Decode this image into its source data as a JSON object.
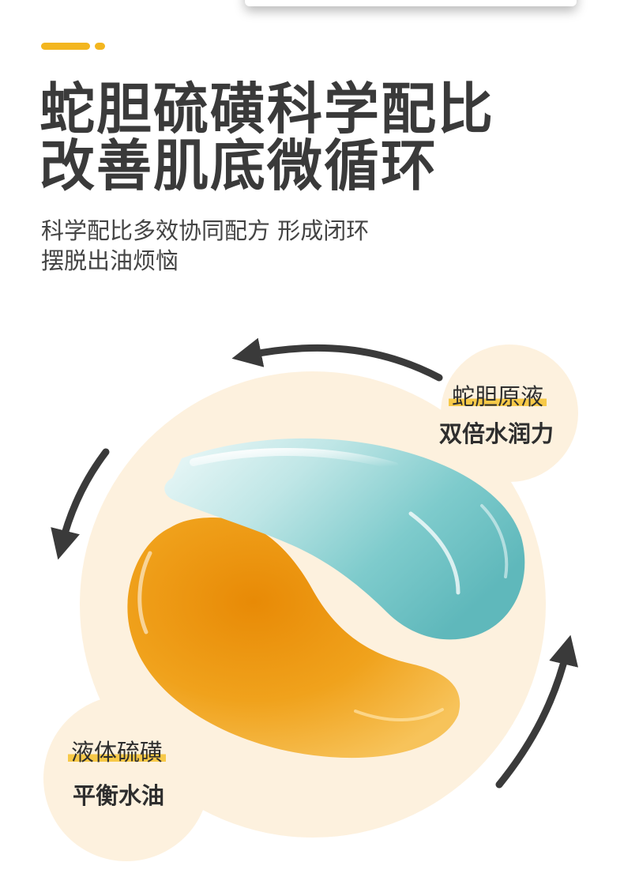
{
  "headline": {
    "line1": "蛇胆硫磺科学配比",
    "line2": "改善肌底微循环"
  },
  "subheadline": {
    "line1": "科学配比多效协同配方 形成闭环",
    "line2": "摆脱出油烦恼"
  },
  "labels": {
    "blue_title": "蛇胆原液",
    "blue_benefit": "双倍水润力",
    "orange_title": "液体硫磺",
    "orange_benefit": "平衡水油"
  },
  "colors": {
    "accent": "#f3b61f",
    "text": "#3a3a3a",
    "circle": "#fdf1de",
    "blue_gel": "#6fc3c4",
    "orange_gel": "#e9940f"
  },
  "icons": [
    "cycle-arrow-icon"
  ]
}
